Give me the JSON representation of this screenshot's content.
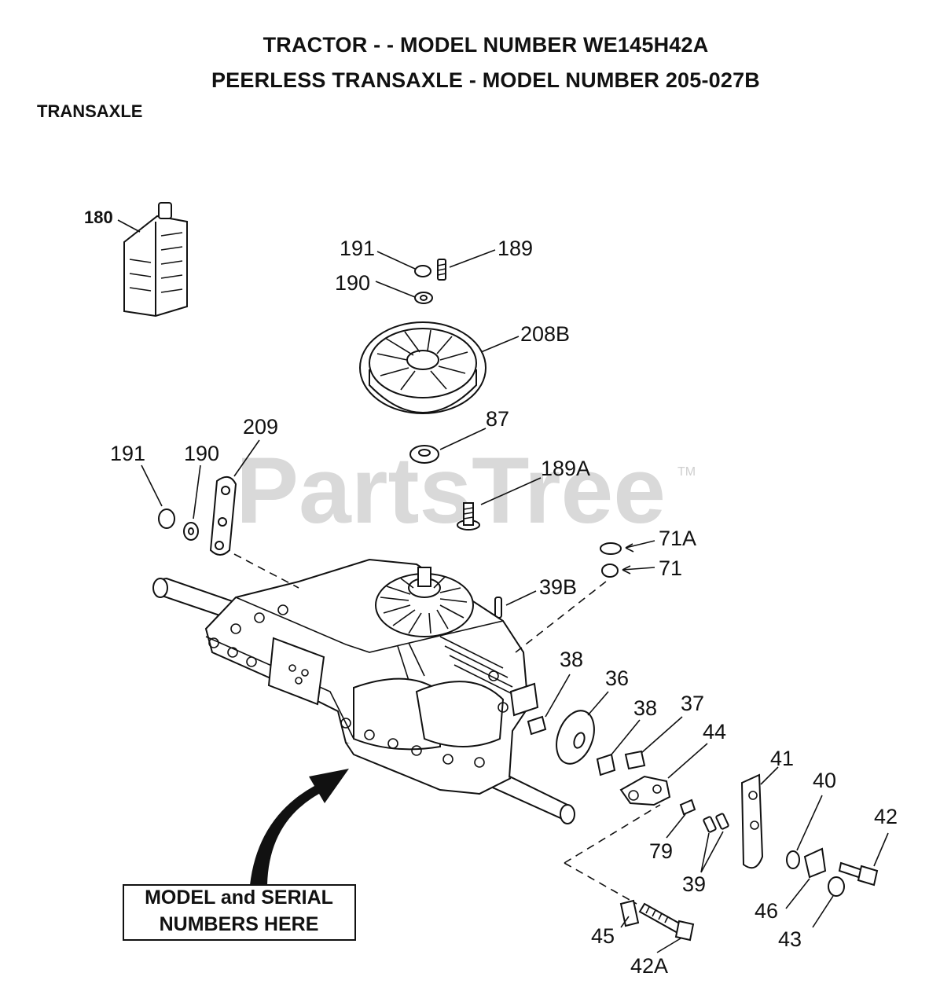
{
  "header": {
    "title_line1": "TRACTOR - - MODEL NUMBER WE145H42A",
    "title_line2": "PEERLESS TRANSAXLE  - MODEL NUMBER 205-027B",
    "section": "TRANSAXLE"
  },
  "watermark": {
    "text": "PartsTree",
    "tm": "TM"
  },
  "callout": {
    "line1": "MODEL and SERIAL",
    "line2": "NUMBERS HERE"
  },
  "parts": {
    "p180": "180",
    "p191a": "191",
    "p189": "189",
    "p190a": "190",
    "p208b": "208B",
    "p209": "209",
    "p191b": "191",
    "p190b": "190",
    "p87": "87",
    "p189a": "189A",
    "p71a": "71A",
    "p71": "71",
    "p39b": "39B",
    "p38a": "38",
    "p36": "36",
    "p38b": "38",
    "p37": "37",
    "p44": "44",
    "p41": "41",
    "p40": "40",
    "p42": "42",
    "p79": "79",
    "p39": "39",
    "p46": "46",
    "p43": "43",
    "p45": "45",
    "p42a": "42A"
  }
}
